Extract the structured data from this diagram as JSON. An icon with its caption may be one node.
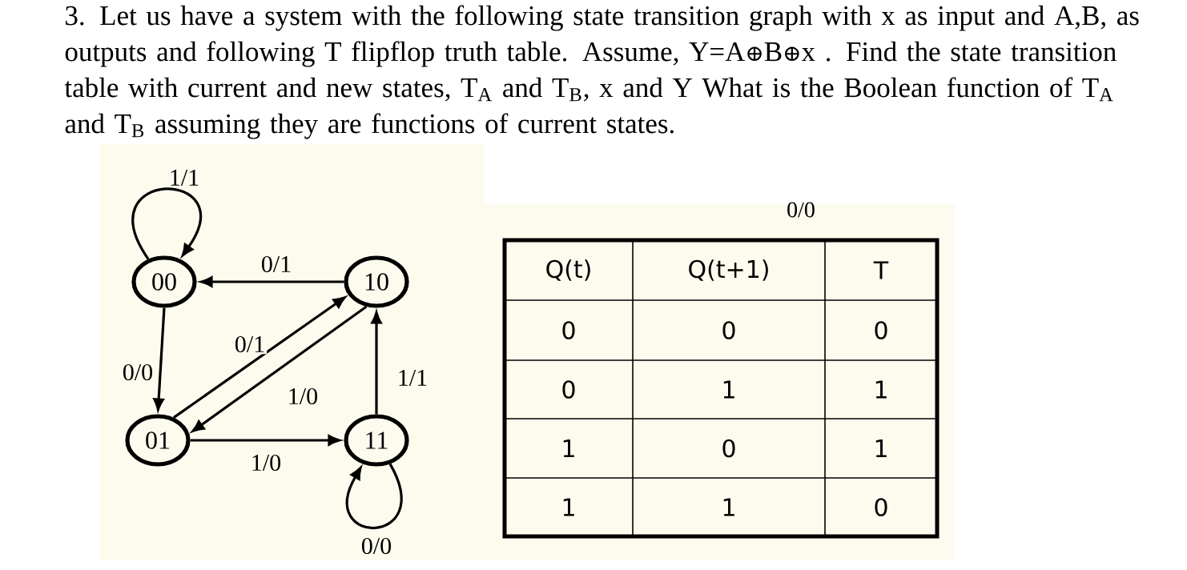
{
  "diagram": {
    "title": "3. Let us have a system with the following state transition graph with x as input and A,B, as outputs and following T flipflop truth table. Assume, Y=A⊕B⊕x . Find the state transition table with current and new states, T$_{A}$ and T$_{B}$, x and Y What is the Boolean function of T$_{A}$ and T$_{B}$ assuming they are functions of current states.",
    "nodes": [
      {
        "text": [
          "00"
        ]
      },
      {
        "text": [
          "10"
        ]
      },
      {
        "text": [
          "01"
        ]
      },
      {
        "text": [
          "11"
        ]
      }
    ],
    "edges": [
      {
        "from": 0,
        "to": 0,
        "arrow": "to",
        "label": "1/1"
      },
      {
        "from": 1,
        "to": 0,
        "arrow": "to",
        "label": "0/1"
      },
      {
        "from": 0,
        "to": 2,
        "arrow": "to",
        "label": "0/0"
      },
      {
        "from": 2,
        "to": 1,
        "arrow": "to",
        "label": "0/1"
      },
      {
        "from": 1,
        "to": 2,
        "arrow": "to",
        "label": "1/0"
      },
      {
        "from": 3,
        "to": 1,
        "arrow": "to",
        "label": "1/1"
      },
      {
        "from": 2,
        "to": 3,
        "arrow": "to",
        "label": "1/0"
      },
      {
        "from": 3,
        "to": 3,
        "arrow": "to",
        "label": "0/0"
      }
    ],
    "labels": [
      "0/0",
      "Q(t)",
      "Q(t+1)",
      "T",
      "0",
      "0",
      "0",
      "0",
      "1",
      "1",
      "1",
      "0",
      "1",
      "1",
      "1",
      "0"
    ]
  }
}
